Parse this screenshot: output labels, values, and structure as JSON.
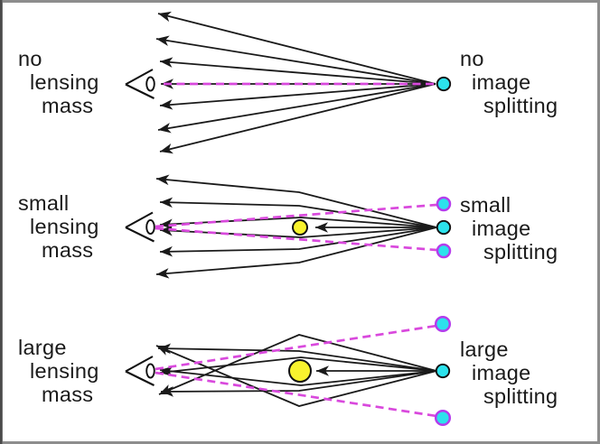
{
  "figure": {
    "panels": [
      {
        "left_label": {
          "lines": [
            "no",
            "lensing",
            "mass"
          ]
        },
        "right_label": {
          "lines": [
            "no",
            "image",
            "splitting"
          ]
        }
      },
      {
        "left_label": {
          "lines": [
            "small",
            "lensing",
            "mass"
          ]
        },
        "right_label": {
          "lines": [
            "small",
            "image",
            "splitting"
          ]
        }
      },
      {
        "left_label": {
          "lines": [
            "large",
            "lensing",
            "mass"
          ]
        },
        "right_label": {
          "lines": [
            "large",
            "image",
            "splitting"
          ]
        }
      }
    ]
  },
  "colors": {
    "ink": "#1a1a1a",
    "ray": "#1a1a1a",
    "dash": "#d949dd",
    "ring": "#b43cec",
    "cyan": "#2ce2ec",
    "yellow": "#f9f32e",
    "frame": "#8d8d8d"
  }
}
